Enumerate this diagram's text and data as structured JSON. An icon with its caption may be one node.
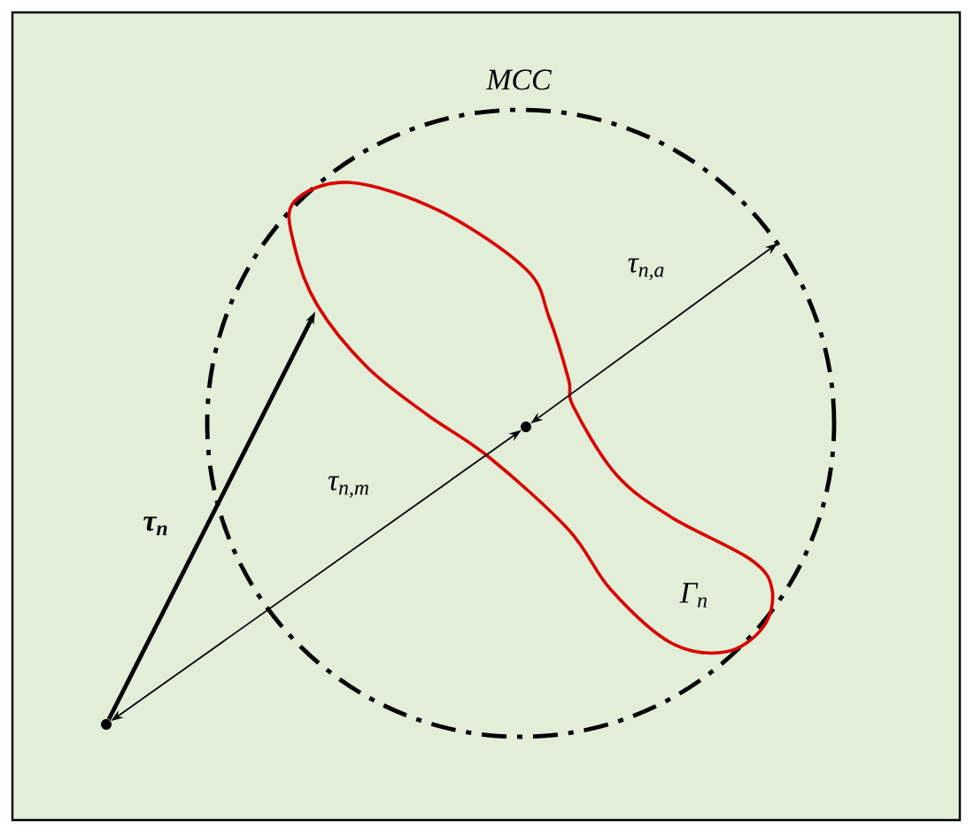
{
  "diagram": {
    "nodes": [
      {
        "text": [
          "MCC"
        ]
      },
      {
        "text": [
          "Γ$_{n}$"
        ],
        "in": 0
      },
      {
        "text": [],
        "shape": "circle"
      },
      {
        "text": [],
        "shape": "circle",
        "in": 1
      }
    ],
    "edges": [
      {
        "from": 2,
        "to": 3,
        "arrow": "both",
        "label": "τ$_{n,m}$"
      },
      {
        "from": 3,
        "to": 0,
        "arrow": "both",
        "label": "τ$_{n,a}$"
      },
      {
        "from": 2,
        "to": 1,
        "arrow": "to",
        "label": "τ$_{n}$",
        "style": "thick"
      }
    ]
  }
}
